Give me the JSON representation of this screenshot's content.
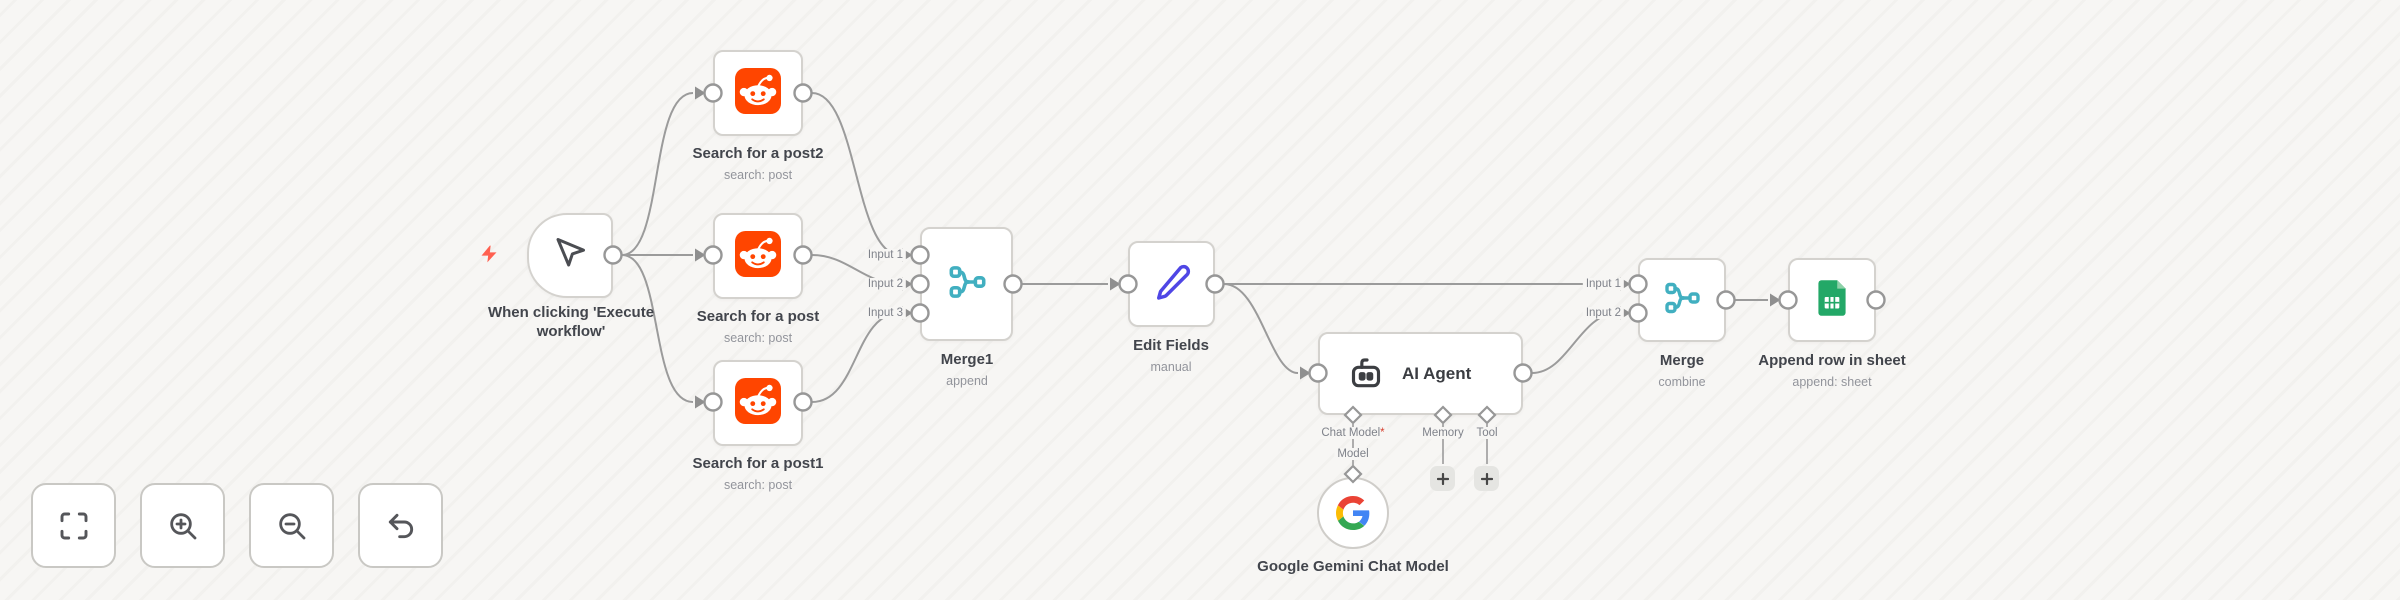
{
  "workflow": {
    "nodes": {
      "trigger": {
        "name": "When clicking 'Execute workflow'"
      },
      "reddit_top": {
        "name": "Search for a post2",
        "subtitle": "search: post"
      },
      "reddit_middle": {
        "name": "Search for a post",
        "subtitle": "search: post"
      },
      "reddit_bottom": {
        "name": "Search for a post1",
        "subtitle": "search: post"
      },
      "merge1": {
        "name": "Merge1",
        "subtitle": "append",
        "inputs": [
          "Input 1",
          "Input 2",
          "Input 3"
        ]
      },
      "edit_fields": {
        "name": "Edit Fields",
        "subtitle": "manual"
      },
      "ai_agent": {
        "name": "AI Agent",
        "ports": {
          "chat_model": "Chat Model",
          "required": "*",
          "sub_label": "Model",
          "memory": "Memory",
          "tool": "Tool"
        }
      },
      "gemini": {
        "name": "Google Gemini Chat Model"
      },
      "merge2": {
        "name": "Merge",
        "subtitle": "combine",
        "inputs": [
          "Input 1",
          "Input 2"
        ]
      },
      "sheets": {
        "name": "Append row in sheet",
        "subtitle": "append: sheet"
      }
    },
    "icons": {
      "trigger": "mouse-pointer-icon",
      "trigger_badge": "lightning-bolt-icon",
      "reddit": "reddit-icon",
      "merge": "merge-branches-icon",
      "edit_fields": "pen-icon",
      "ai_agent": "robot-icon",
      "gemini": "google-g-icon",
      "sheets": "google-sheets-icon",
      "controls": [
        "fit-view-icon",
        "zoom-in-icon",
        "zoom-out-icon",
        "undo-icon"
      ]
    },
    "colors": {
      "canvas": "#f7f6f4",
      "edge": "#9b9b9b",
      "node_border": "#d4d2ce",
      "reddit_orange": "#ff4500",
      "merge_teal": "#41afc0",
      "pen_indigo": "#4f46e5",
      "sheets_green": "#23a867",
      "bolt_red": "#ff6050",
      "google_blue": "#4285F4",
      "google_green": "#34A853",
      "google_yellow": "#FBBC05",
      "google_red": "#EA4335"
    }
  }
}
